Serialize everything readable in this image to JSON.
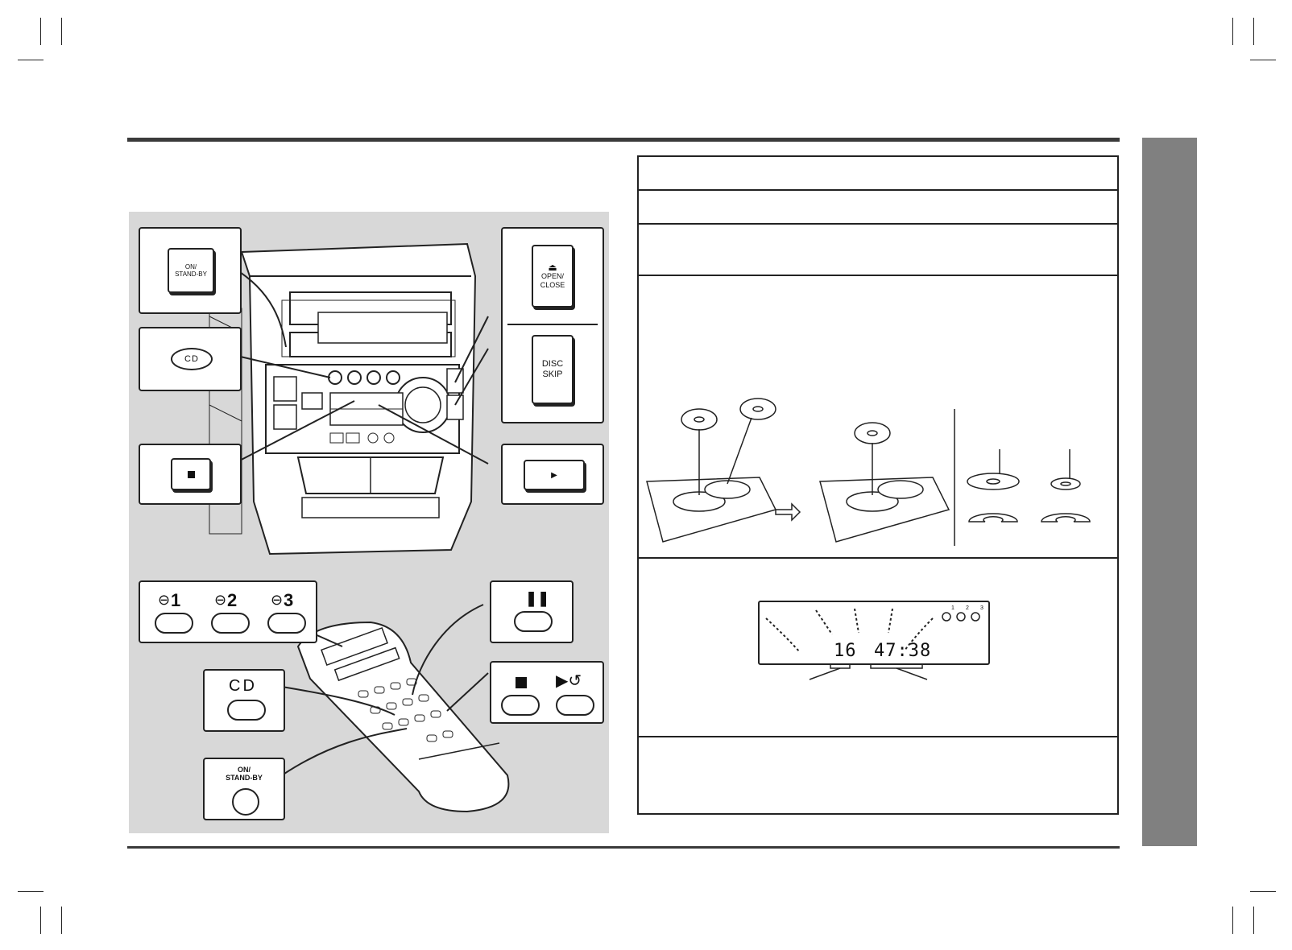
{
  "callouts": {
    "on_standby_unit": "ON/\nSTAND-BY",
    "cd_unit": "CD",
    "open_close": "OPEN/\nCLOSE",
    "disc_skip": "DISC\nSKIP",
    "remote_cd": "CD",
    "remote_on_standby": "ON/\nSTAND-BY",
    "disc_buttons": [
      "1",
      "2",
      "3"
    ]
  },
  "display": {
    "track": "16",
    "time": "47:38",
    "disc_numbers": [
      "1",
      "2",
      "3"
    ]
  },
  "colors": {
    "panel_gray": "#d8d8d8",
    "side_tab": "#808080",
    "rule": "#3a3a3a"
  }
}
